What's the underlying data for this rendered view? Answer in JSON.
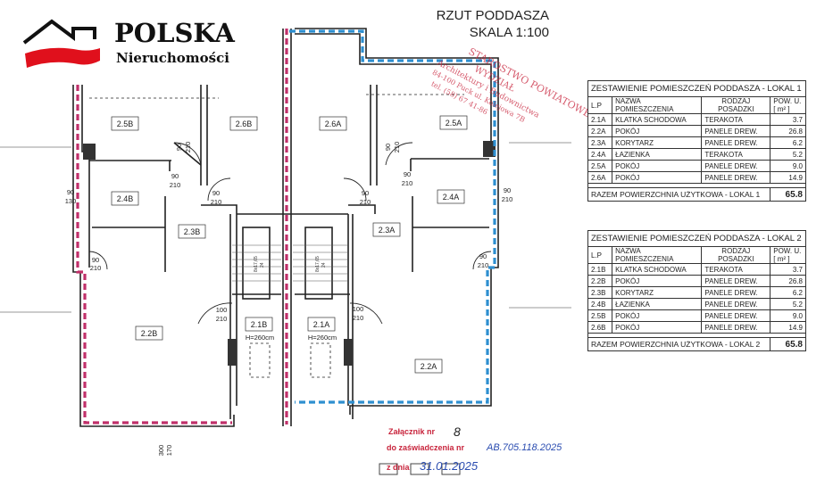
{
  "logo": {
    "brand": "POLSKA",
    "subtitle": "Nieruchomości",
    "colors": {
      "roof": "#111111",
      "flag": "#e0101c"
    }
  },
  "drawing": {
    "title": "RZUT PODDASZA",
    "scale": "SKALA  1:100",
    "rooms": {
      "r25B": "2.5B",
      "r26B": "2.6B",
      "r26A": "2.6A",
      "r25A": "2.5A",
      "r24B": "2.4B",
      "r24A": "2.4A",
      "r23B": "2.3B",
      "r23A": "2.3A",
      "r22B": "2.2B",
      "r21B": "2.1B",
      "r21A": "2.1A",
      "r22A": "2.2A"
    },
    "heights": {
      "b": "H=260cm",
      "a": "H=260cm"
    },
    "doors": {
      "d90": "90",
      "d210": "210",
      "d130": "130",
      "d100": "100",
      "d300": "300",
      "d170": "170"
    },
    "stairs": {
      "steps": "8x17,65",
      "steps_n": "24"
    },
    "colors": {
      "lokal2_line": "#c0306a",
      "lokal1_line": "#2e8fd0",
      "wall": "#222222"
    }
  },
  "stamp": {
    "line1": "STAROSTWO POWIATOWE",
    "line2": "WYDZIAŁ",
    "line3": "Architektury i Budownictwa",
    "line4": "84-100 Puck ul. Kolejowa 7B",
    "line5": "tel. (58) 67 41-86",
    "attachment_label": "Załącznik nr",
    "attachment_value": "8",
    "cert_label": "do zaświadczenia nr",
    "cert_value": "AB.705.118.2025",
    "date_label": "z dnia",
    "date_value": "31.01.2025",
    "color": "#c8243c"
  },
  "tables": [
    {
      "caption": "ZESTAWIENIE POMIESZCZEŃ PODDASZA - LOKAL 1",
      "headers": {
        "lp": "L.P",
        "name1": "NAZWA",
        "name2": "POMIESZCZENIA",
        "floor1": "RODZAJ",
        "floor2": "POSADZKI",
        "area1": "POW. U.",
        "area2": "[ m² ]"
      },
      "rows": [
        {
          "lp": "2.1A",
          "name": "KLATKA SCHODOWA",
          "floor": "TERAKOTA",
          "area": "3.7"
        },
        {
          "lp": "2.2A",
          "name": "POKÓJ",
          "floor": "PANELE DREW.",
          "area": "26.8"
        },
        {
          "lp": "2.3A",
          "name": "KORYTARZ",
          "floor": "PANELE DREW.",
          "area": "6.2"
        },
        {
          "lp": "2.4A",
          "name": "ŁAZIENKA",
          "floor": "TERAKOTA",
          "area": "5.2"
        },
        {
          "lp": "2.5A",
          "name": "POKÓJ",
          "floor": "PANELE DREW.",
          "area": "9.0"
        },
        {
          "lp": "2.6A",
          "name": "POKÓJ",
          "floor": "PANELE DREW.",
          "area": "14.9"
        }
      ],
      "total_label": "RAZEM POWIERZCHNIA UŻYTKOWA - LOKAL 1",
      "total_value": "65.8"
    },
    {
      "caption": "ZESTAWIENIE POMIESZCZEŃ PODDASZA - LOKAL 2",
      "headers": {
        "lp": "L.P",
        "name1": "NAZWA",
        "name2": "POMIESZCZENIA",
        "floor1": "RODZAJ",
        "floor2": "POSADZKI",
        "area1": "POW. U.",
        "area2": "[ m² ]"
      },
      "rows": [
        {
          "lp": "2.1B",
          "name": "KLATKA SCHODOWA",
          "floor": "TERAKOTA",
          "area": "3.7"
        },
        {
          "lp": "2.2B",
          "name": "POKÓJ",
          "floor": "PANELE DREW.",
          "area": "26.8"
        },
        {
          "lp": "2.3B",
          "name": "KORYTARZ",
          "floor": "PANELE DREW.",
          "area": "6.2"
        },
        {
          "lp": "2.4B",
          "name": "ŁAZIENKA",
          "floor": "PANELE DREW.",
          "area": "5.2"
        },
        {
          "lp": "2.5B",
          "name": "POKÓJ",
          "floor": "PANELE DREW.",
          "area": "9.0"
        },
        {
          "lp": "2.6B",
          "name": "POKÓJ",
          "floor": "PANELE DREW.",
          "area": "14.9"
        }
      ],
      "total_label": "RAZEM POWIERZCHNIA UŻYTKOWA - LOKAL 2",
      "total_value": "65.8"
    }
  ]
}
